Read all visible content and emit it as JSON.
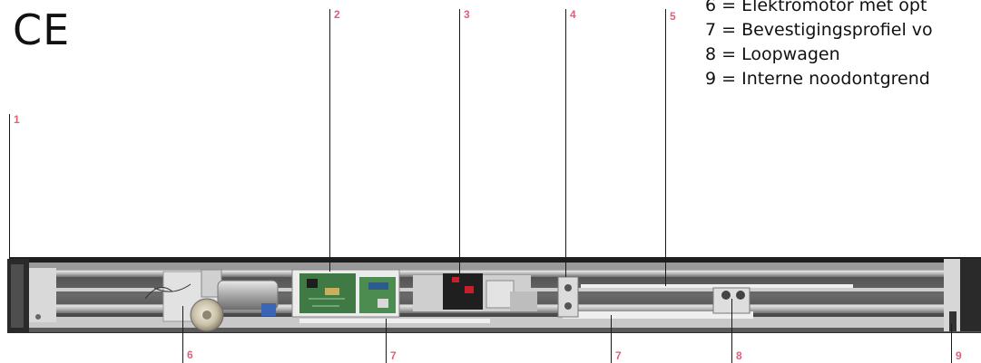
{
  "ce_mark": "CE",
  "legend": [
    "6 = Elektromotor met opt",
    "7 = Bevestigingsprofiel vo",
    "8 = Loopwagen",
    "9 = Interne noodontgrend"
  ],
  "callouts": {
    "c1": "1",
    "c2": "2",
    "c3": "3",
    "c4": "4",
    "c5": "5",
    "c6": "6",
    "c7a": "7",
    "c7b": "7",
    "c8": "8",
    "c9": "9"
  }
}
